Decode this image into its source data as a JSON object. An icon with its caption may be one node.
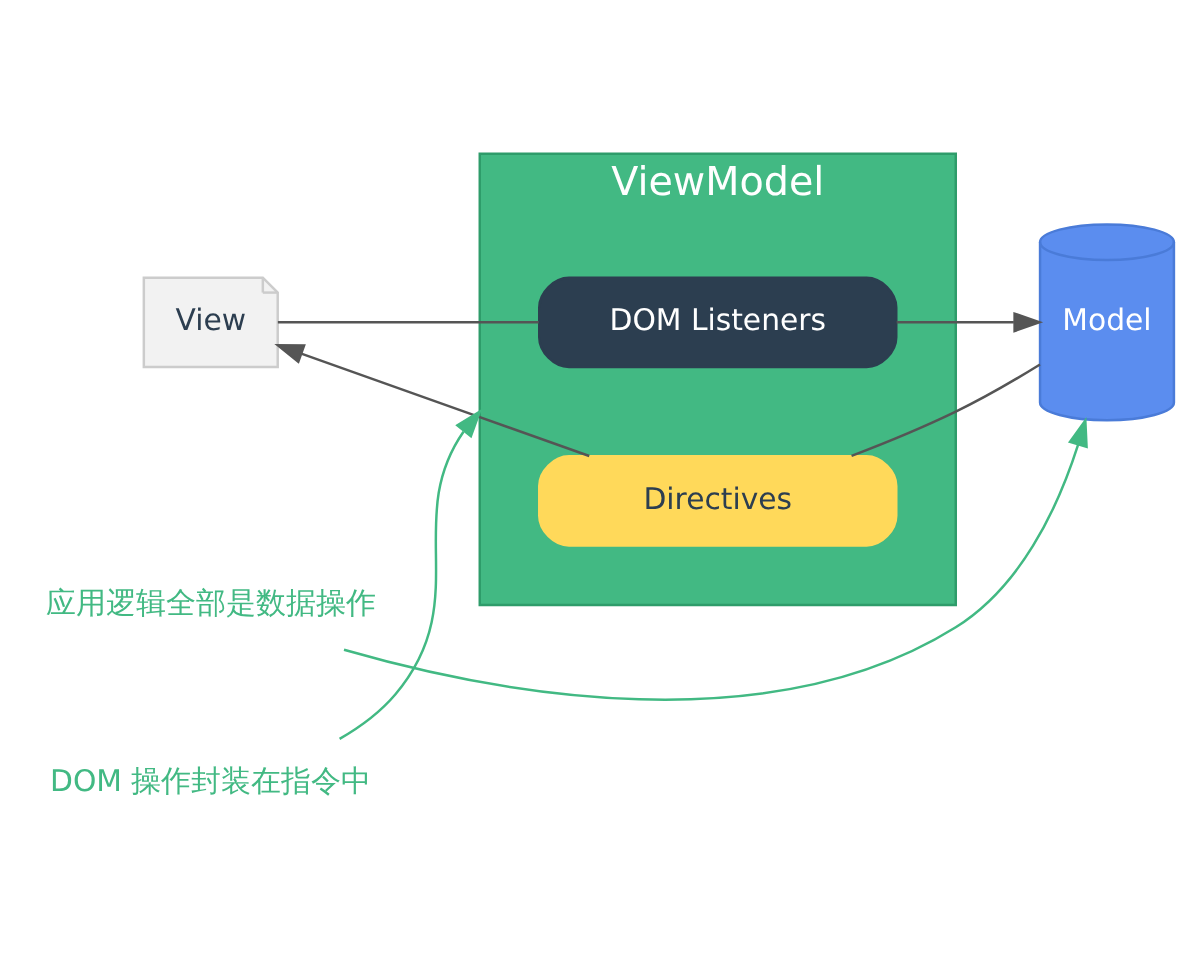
{
  "diagram": {
    "nodes": [
      {
        "text": [
          "View"
        ]
      },
      {
        "text": [
          "ViewModel"
        ]
      },
      {
        "text": [
          "DOM Listeners"
        ],
        "in": 1
      },
      {
        "text": [
          "Directives"
        ],
        "in": 1
      },
      {
        "text": [
          "Model"
        ]
      },
      {
        "text": [
          "DOM 操作封装在指令中"
        ]
      },
      {
        "text": [
          "应用逻辑全部是数据操作"
        ]
      }
    ],
    "edges": [
      {
        "from": 0,
        "to": 2,
        "arrow": "none"
      },
      {
        "from": 2,
        "to": 4,
        "arrow": "to"
      },
      {
        "from": 4,
        "to": 3,
        "arrow": "none"
      },
      {
        "from": 3,
        "to": 0,
        "arrow": "to"
      },
      {
        "from": 5,
        "to": 1,
        "arrow": "to",
        "color": "#42b983"
      },
      {
        "from": 6,
        "to": 4,
        "arrow": "to",
        "color": "#42b983"
      }
    ]
  }
}
